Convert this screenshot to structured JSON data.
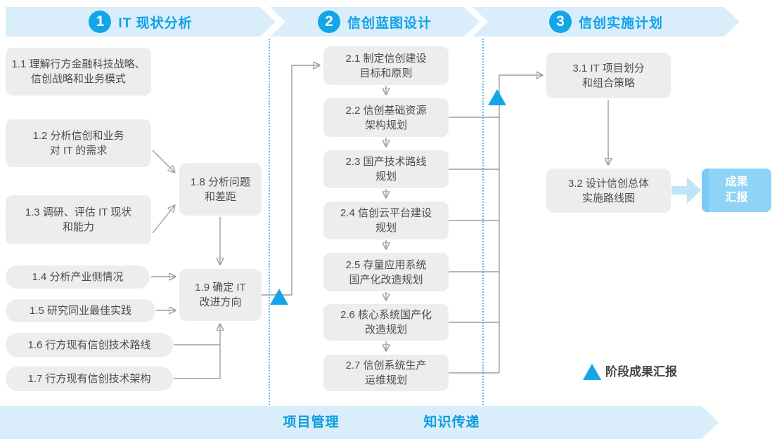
{
  "header": {
    "phases": [
      {
        "number": "1",
        "title": "IT 现状分析"
      },
      {
        "number": "2",
        "title": "信创蓝图设计"
      },
      {
        "number": "3",
        "title": "信创实施计划"
      }
    ]
  },
  "phase1": {
    "box_1_1": "1.1 理解行方金融科技战略、\n信创战略和业务模式",
    "box_1_2": "1.2 分析信创和业务\n对 IT 的需求",
    "box_1_3": "1.3 调研、评估 IT 现状\n和能力",
    "box_1_4": "1.4 分析产业侧情况",
    "box_1_5": "1.5 研究同业最佳实践",
    "box_1_6": "1.6 行方现有信创技术路线",
    "box_1_7": "1.7 行方现有信创技术架构",
    "box_1_8": "1.8 分析问题\n和差距",
    "box_1_9": "1.9 确定 IT\n改进方向"
  },
  "phase2": {
    "box_2_1": "2.1 制定信创建设\n目标和原则",
    "box_2_2": "2.2 信创基础资源\n架构规划",
    "box_2_3": "2.3 国产技术路线\n规划",
    "box_2_4": "2.4 信创云平台建设\n规划",
    "box_2_5": "2.5 存量应用系统\n国产化改造规划",
    "box_2_6": "2.6 核心系统国产化\n改造规划",
    "box_2_7": "2.7 信创系统生产\n运维规划"
  },
  "phase3": {
    "box_3_1": "3.1 IT 项目划分\n和组合策略",
    "box_3_2": "3.2 设计信创总体\n实施路线图",
    "result_box": "成果\n汇报"
  },
  "legend": {
    "label": "阶段成果汇报"
  },
  "footer": {
    "label_left": "项目管理",
    "label_right": "知识传递"
  },
  "colors": {
    "accent_blue": "#14A5E9",
    "band_fill": "#D9EEFA",
    "title_blue": "#0FA2E7",
    "footer_text_blue": "#0C9BE0",
    "box_fill": "#EDEDEE",
    "box_text": "#4D4D4F",
    "connector_gray": "#9C9EA0",
    "dotted_line_blue": "#5FC0ED",
    "result_box_fill": "#8FD4F6",
    "block_arrow_fill": "#BEE4FA"
  }
}
